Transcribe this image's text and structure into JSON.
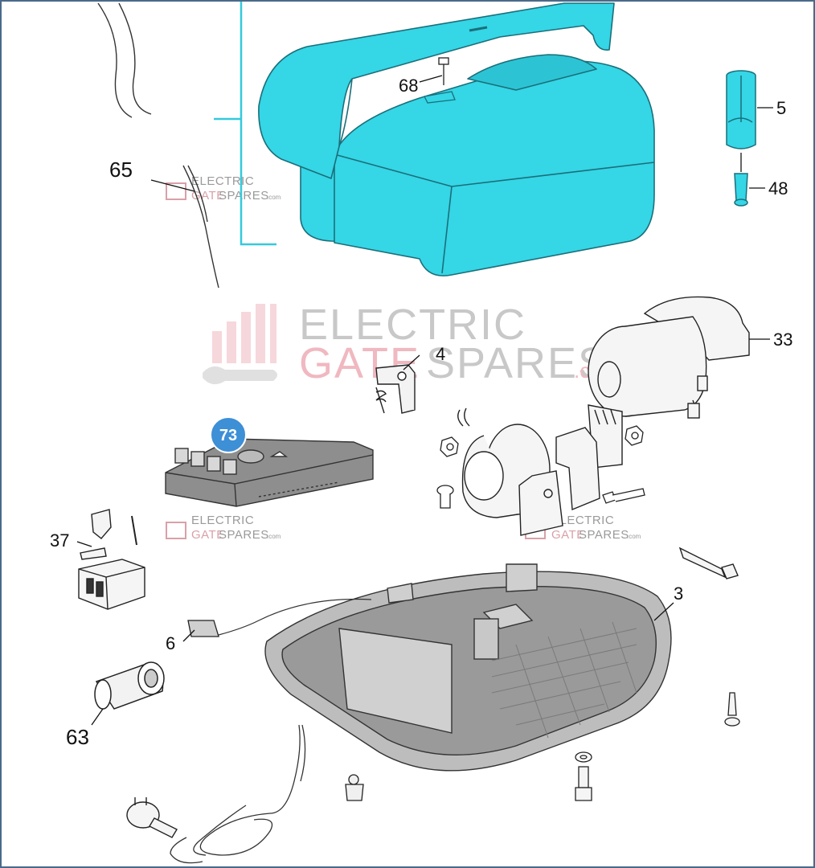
{
  "colors": {
    "cover": "#35d6e6",
    "cover_edge": "#1a6f7a",
    "cyan_bracket": "#35c9dc",
    "line_art": "#222222",
    "board_grey": "#8e8e8e",
    "badge_blue": "#3d8fd6",
    "frame": "#4a6a8a"
  },
  "watermark": {
    "line1": "ELECTRIC",
    "line2a": "GATE",
    "line2b": "SPARES",
    "suffix": ".com",
    "icon": "bar-chart-wrench-logo"
  },
  "parts": {
    "p65": "65",
    "p68": "68",
    "p5": "5",
    "p48": "48",
    "p4": "4",
    "p33": "33",
    "p73": "73",
    "p37": "37",
    "p3": "3",
    "p6": "6",
    "p63": "63"
  }
}
